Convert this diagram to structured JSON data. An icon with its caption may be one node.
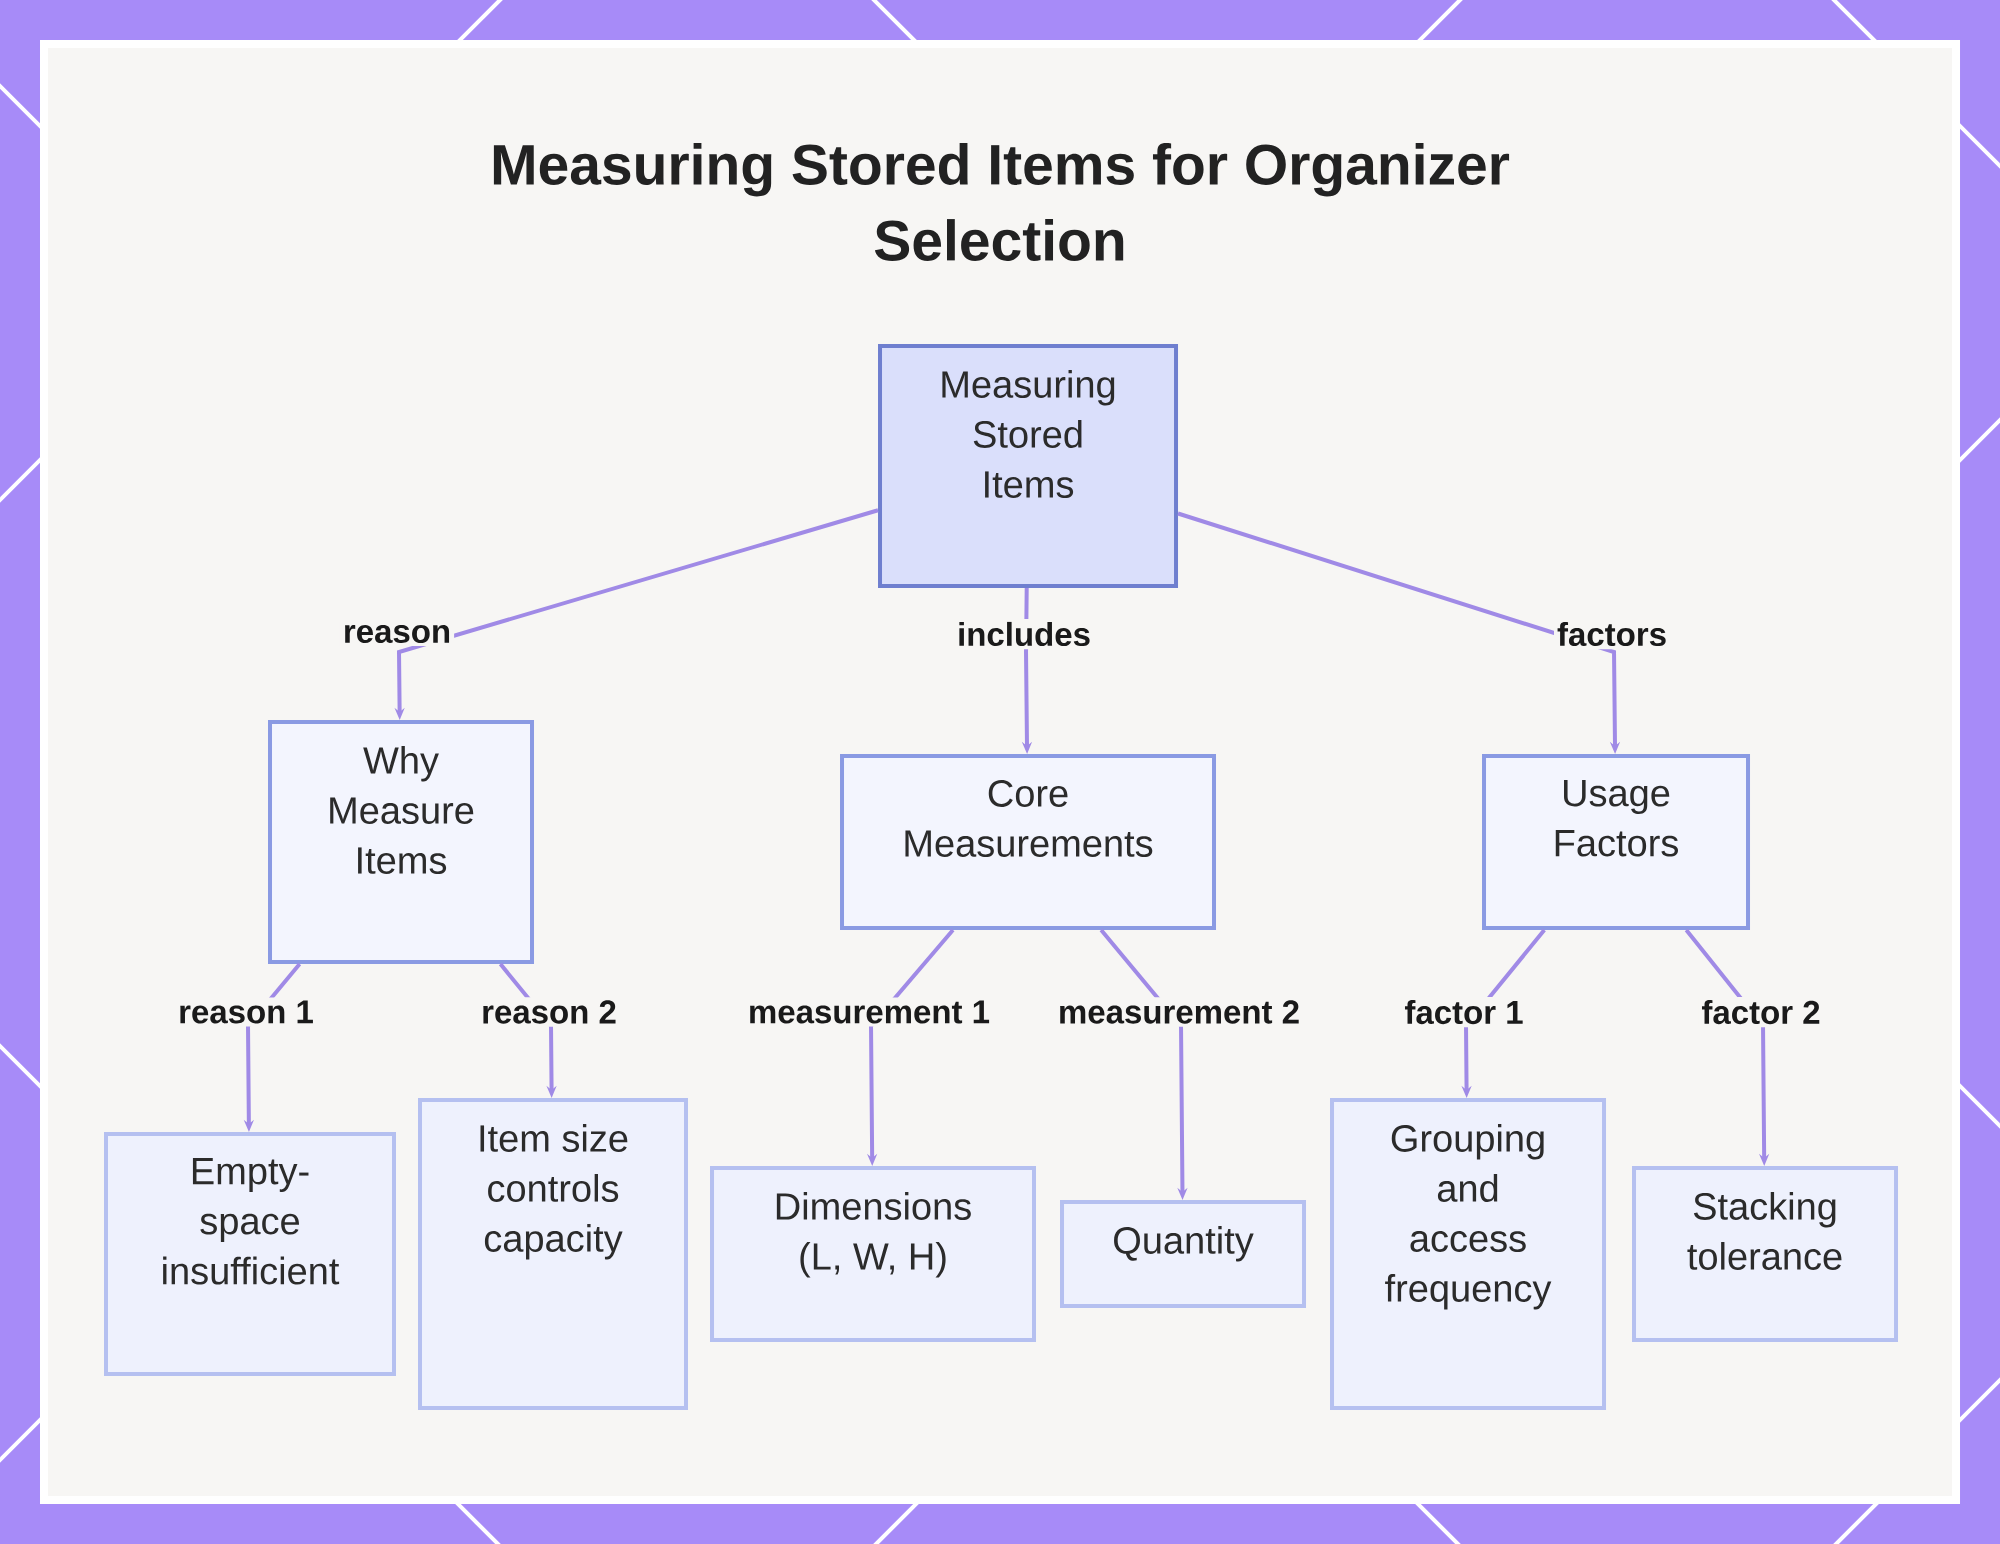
{
  "diagram": {
    "title": "Measuring Stored Items for Organizer Selection",
    "nodes": [
      {
        "text": [
          "Measuring Stored Items"
        ]
      },
      {
        "text": [
          "Why Measure Items"
        ]
      },
      {
        "text": [
          "Core Measurements"
        ]
      },
      {
        "text": [
          "Usage Factors"
        ]
      },
      {
        "text": [
          "Empty-space insufficient"
        ]
      },
      {
        "text": [
          "Item size controls capacity"
        ]
      },
      {
        "text": [
          "Dimensions (L, W, H)"
        ]
      },
      {
        "text": [
          "Quantity"
        ]
      },
      {
        "text": [
          "Grouping and access frequency"
        ]
      },
      {
        "text": [
          "Stacking tolerance"
        ]
      }
    ],
    "edges": [
      {
        "from": 0,
        "to": 1,
        "arrow": "to",
        "label": "reason"
      },
      {
        "from": 0,
        "to": 2,
        "arrow": "to",
        "label": "includes"
      },
      {
        "from": 0,
        "to": 3,
        "arrow": "to",
        "label": "factors"
      },
      {
        "from": 1,
        "to": 4,
        "arrow": "to",
        "label": "reason 1"
      },
      {
        "from": 1,
        "to": 5,
        "arrow": "to",
        "label": "reason 2"
      },
      {
        "from": 2,
        "to": 6,
        "arrow": "to",
        "label": "measurement 1"
      },
      {
        "from": 2,
        "to": 7,
        "arrow": "to",
        "label": "measurement 2"
      },
      {
        "from": 3,
        "to": 8,
        "arrow": "to",
        "label": "factor 1"
      },
      {
        "from": 3,
        "to": 9,
        "arrow": "to",
        "label": "factor 2"
      }
    ]
  }
}
